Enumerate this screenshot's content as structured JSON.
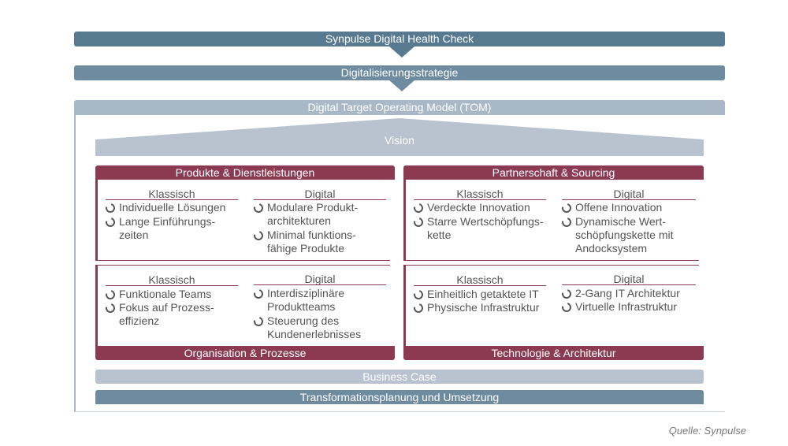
{
  "colors": {
    "dark_blue": "#577a90",
    "mid_blue": "#6f8ba0",
    "light_blue": "#a9b8c6",
    "pale": "#b9c2cf",
    "accent": "#8b3a52",
    "text": "#555555"
  },
  "top": {
    "health_check": "Synpulse Digital Health Check",
    "strategy": "Digitalisierungsstrategie",
    "tom": "Digital Target Operating Model (TOM)",
    "vision": "Vision"
  },
  "quadrants": {
    "q1": {
      "title": "Produkte & Dienstleistungen",
      "left": {
        "heading": "Klassisch",
        "items": [
          "Individuelle Lösungen",
          "Lange Einführungs-\nzeiten"
        ]
      },
      "right": {
        "heading": "Digital",
        "items": [
          "Modulare Produkt-\narchitekturen",
          "Minimal funktions-\nfähige Produkte"
        ]
      }
    },
    "q2": {
      "title": "Partnerschaft & Sourcing",
      "left": {
        "heading": "Klassisch",
        "items": [
          "Verdeckte Innovation",
          "Starre Wertschöpfungs-\nkette"
        ]
      },
      "right": {
        "heading": "Digital",
        "items": [
          "Offene Innovation",
          "Dynamische Wert-\nschöpfungskette mit\nAndocksystem"
        ]
      }
    },
    "q3": {
      "title": "Organisation & Prozesse",
      "left": {
        "heading": "Klassisch",
        "items": [
          "Funktionale Teams",
          "Fokus auf Prozess-\neffizienz"
        ]
      },
      "right": {
        "heading": "Digital",
        "items": [
          "Interdisziplinäre\nProduktteams",
          "Steuerung des\nKundenerlebnisses"
        ]
      }
    },
    "q4": {
      "title": "Technologie & Architektur",
      "left": {
        "heading": "Klassisch",
        "items": [
          "Einheitlich getaktete IT",
          "Physische Infrastruktur"
        ]
      },
      "right": {
        "heading": "Digital",
        "items": [
          "2-Gang IT Architektur",
          "Virtuelle Infrastruktur"
        ]
      }
    }
  },
  "bottom": {
    "business_case": "Business Case",
    "transformation": "Transformationsplanung und Umsetzung"
  },
  "source": "Quelle: Synpulse"
}
